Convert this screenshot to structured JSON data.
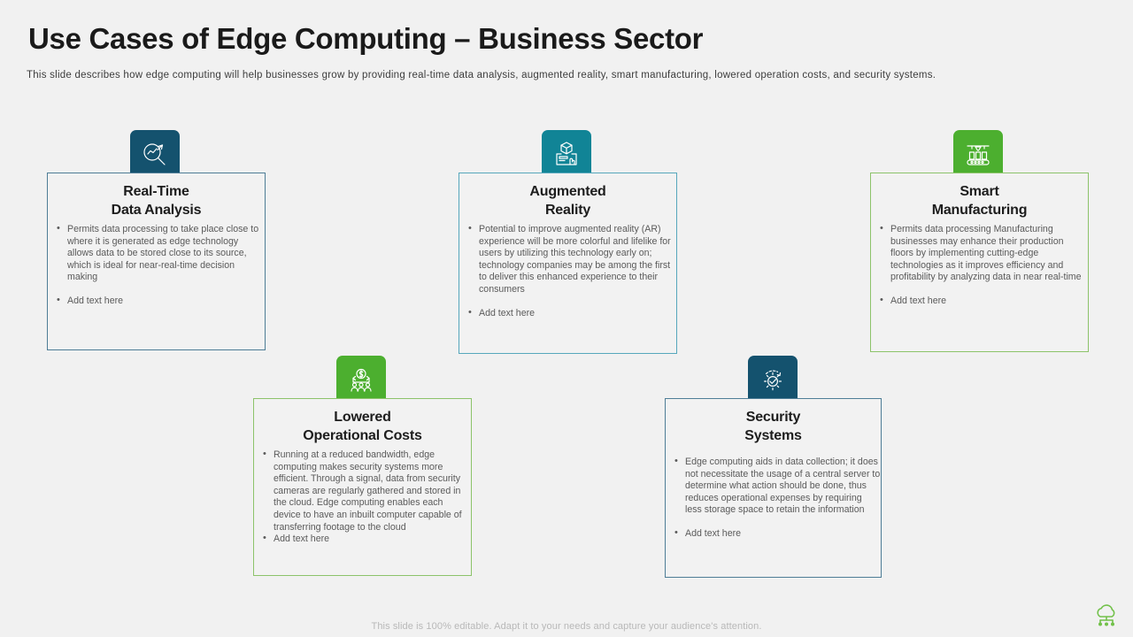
{
  "slide": {
    "title": "Use Cases of Edge Computing – Business Sector",
    "subtitle": "This slide describes how edge computing will help businesses grow by providing  real-time data analysis, augmented reality, smart manufacturing,  lowered operation costs, and security systems.",
    "footer_note": "This slide is 100% editable. Adapt it to your needs and capture your audience's attention.",
    "logo_icon": "cloud-network-icon"
  },
  "colors": {
    "background": "#f1f1f1",
    "dark_blue": "#14526e",
    "teal": "#118496",
    "green": "#4caf2f",
    "border_blue": "#4e7d96",
    "border_teal": "#56a7bc",
    "border_green": "#8cc36a",
    "title_text": "#1a1a1a",
    "body_text": "#5a5a5a",
    "footer_text": "#b8b8b8"
  },
  "cards": [
    {
      "id": "real-time-data-analysis",
      "icon": "magnifier-chart-icon",
      "theme": "blue",
      "title_line1": "Real-Time",
      "title_line2": "Data Analysis",
      "bullets": [
        "Permits data processing to take place close to where it is generated as edge technology allows data to be stored close to its source, which is ideal for near-real-time decision making",
        "Add text here"
      ]
    },
    {
      "id": "augmented-reality",
      "icon": "ar-cube-hand-icon",
      "theme": "teal",
      "title_line1": "Augmented",
      "title_line2": "Reality",
      "bullets": [
        "Potential to improve augmented reality (AR) experience will be more colorful and lifelike for users by utilizing this technology early on; technology companies may be among the first to deliver this enhanced experience to their consumers",
        "Add text here"
      ]
    },
    {
      "id": "smart-manufacturing",
      "icon": "factory-conveyor-icon",
      "theme": "green",
      "title_line1": "Smart",
      "title_line2": "Manufacturing",
      "bullets": [
        "Permits data processing Manufacturing businesses may enhance their production floors by implementing cutting-edge technologies as it improves efficiency and profitability by analyzing data in near real-time",
        "Add text here"
      ]
    },
    {
      "id": "lowered-operational-costs",
      "icon": "dollar-cycle-people-icon",
      "theme": "green",
      "title_line1": "Lowered",
      "title_line2": "Operational Costs",
      "bullets": [
        "Running at a reduced bandwidth, edge computing makes security systems more efficient. Through a signal, data from security cameras are regularly gathered and stored in the cloud. Edge computing enables each device to have an inbuilt computer capable of transferring footage to the cloud",
        "Add text here"
      ]
    },
    {
      "id": "security-systems",
      "icon": "gear-check-icon",
      "theme": "blue",
      "title_line1": "Security",
      "title_line2": "Systems",
      "bullets": [
        "Edge computing aids in data collection; it does not necessitate the usage of a central server to determine what action should be done, thus reduces operational expenses by requiring less storage space to retain the information",
        "Add text here"
      ]
    }
  ]
}
